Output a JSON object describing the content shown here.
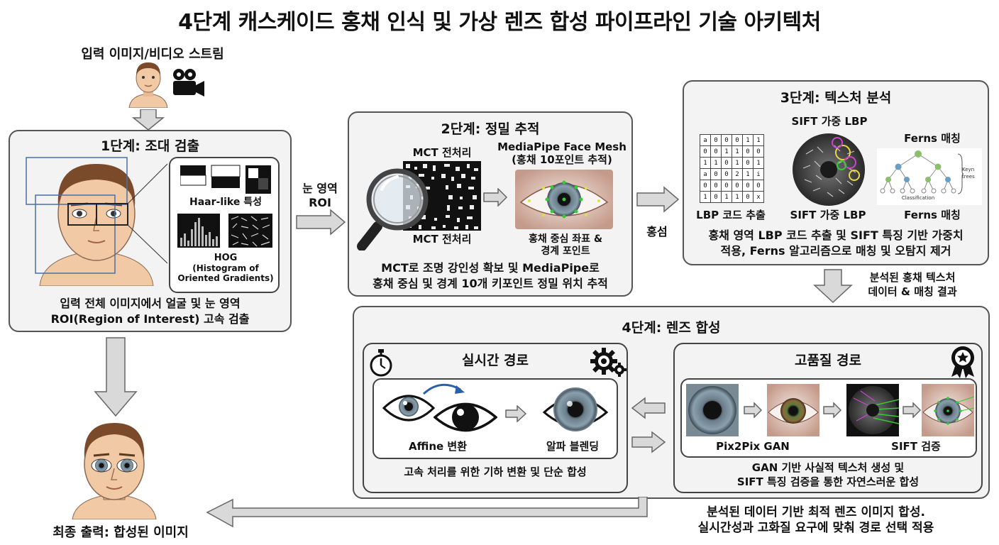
{
  "title": "4단계 캐스케이드 홍채 인식 및 가상 렌즈 합성 파이프라인 기술 아키텍처",
  "input": {
    "label": "입력 이미지/비디오 스트림"
  },
  "stage1": {
    "title": "1단계: 조대 검출",
    "haar_label": "Haar-like 특성",
    "hog_label": "HOG",
    "hog_sub": "(Histogram of",
    "hog_sub2": "Oriented Gradients)",
    "desc1": "입력 전체 이미지에서 얼굴 및 눈 영역",
    "desc2": "ROI(Region of Interest) 고속 검출"
  },
  "edge_eye_roi": {
    "line1": "눈 영역",
    "line2": "ROI"
  },
  "stage2": {
    "title": "2단계: 정밀 추적",
    "mct_top": "MCT 전처리",
    "mct_bottom": "MCT 전처리",
    "mediapipe_title": "MediaPipe Face Mesh",
    "mediapipe_sub": "(홍채 10포인트 추적)",
    "points_label1": "홍채 중심 좌표 &",
    "points_label2": "경계 포인트",
    "desc1": "MCT로 조명 강인성 확보 및 MediaPipe로",
    "desc2": "홍채 중심 및 경계 10개 키포인트 정밀 위치 추적"
  },
  "edge_iris": {
    "label": "홍섬"
  },
  "stage3": {
    "title": "3단계: 텍스처 분석",
    "sift_top": "SIFT 가중 LBP",
    "ferns_top": "Ferns 매칭",
    "lbp_bottom": "LBP 코드 추출",
    "sift_bottom": "SIFT 가중 LBP",
    "ferns_bottom": "Ferns 매칭",
    "tree_class": "Classification",
    "tree_keyn1": "Keyn",
    "tree_keyn2": "trees",
    "lbp_grid": [
      [
        "a",
        "0",
        "0",
        "0",
        "1",
        "1"
      ],
      [
        "0",
        "0",
        "1",
        "1",
        "0",
        "0"
      ],
      [
        "1",
        "1",
        "0",
        "1",
        "0",
        "1"
      ],
      [
        "a",
        "0",
        "0",
        "2",
        "1",
        "i"
      ],
      [
        "0",
        "0",
        "0",
        "0",
        "0",
        "0"
      ],
      [
        "1",
        "0",
        "1",
        "1",
        "0",
        "x"
      ]
    ],
    "desc1": "홍채 영역 LBP 코드 추출 및 SIFT 특징 기반 가중치",
    "desc2": "적용, Ferns 알고리즘으로 매칭 및 오탐지 제거"
  },
  "edge_analyzed": {
    "line1": "분석된 홍채 텍스처",
    "line2": "데이터 & 매칭 결과"
  },
  "stage4": {
    "title": "4단계: 렌즈 합성",
    "realtime": {
      "title": "실시간 경로",
      "affine": "Affine 변환",
      "alpha": "알파 블렌딩",
      "desc": "고속 처리를 위한 기하 변환 및 단순 합성"
    },
    "hq": {
      "title": "고품질 경로",
      "pix2pix": "Pix2Pix GAN",
      "sift": "SIFT 검증",
      "desc1": "GAN 기반 사실적 텍스처 생성 및",
      "desc2": "SIFT 특징 검증을 통한 자연스러운 합성"
    }
  },
  "output": {
    "label": "최종 출력: 합성된 이미지"
  },
  "footer": {
    "line1": "분석된 데이터 기반 최적 렌즈 이미지 합성.",
    "line2": "실시간성과 고화질 요구에 맞춰 경로 선택 적용"
  },
  "colors": {
    "box_bg": "#f3f3f3",
    "arrow_fill": "#d9d9d9",
    "border": "#555555",
    "skin": "#f2c9a5",
    "hair": "#7a4a2a",
    "accent_green": "#33cc33"
  }
}
